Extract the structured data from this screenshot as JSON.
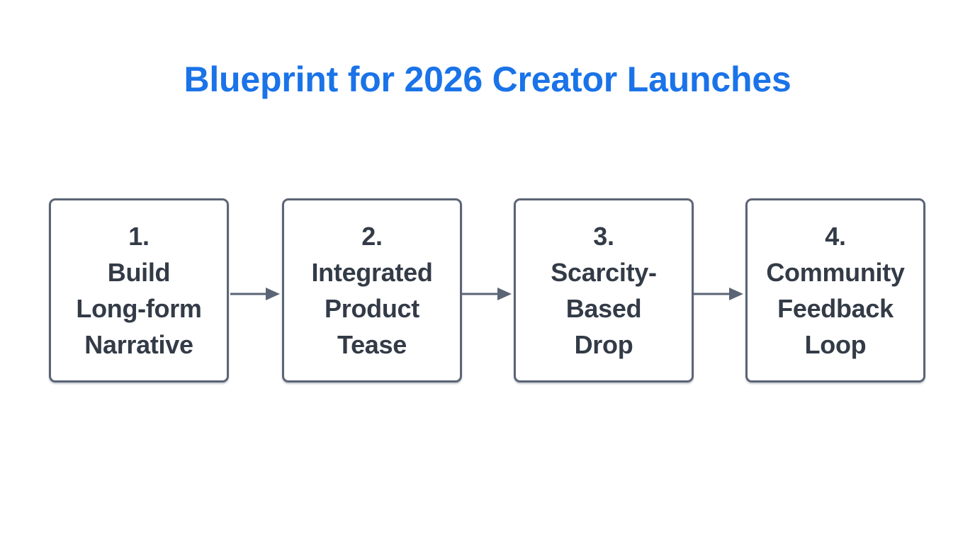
{
  "page": {
    "title": "Blueprint for 2026 Creator Launches",
    "background_color": "#ffffff",
    "title_color": "#1a73e8"
  },
  "diagram": {
    "type": "horizontal-flow",
    "box_border_color": "#5b6576",
    "box_fill_color": "#ffffff",
    "box_text_color": "#333b47",
    "arrow_color": "#5b6576",
    "steps": [
      {
        "number": "1.",
        "name": "Build Long-form Narrative",
        "label": "1.\nBuild\nLong-form\nNarrative"
      },
      {
        "number": "2.",
        "name": "Integrated Product Tease",
        "label": "2.\nIntegrated\nProduct\nTease"
      },
      {
        "number": "3.",
        "name": "Scarcity-Based Drop",
        "label": "3.\nScarcity-\nBased\nDrop"
      },
      {
        "number": "4.",
        "name": "Community Feedback Loop",
        "label": "4.\nCommunity\nFeedback\nLoop"
      }
    ],
    "connectors": [
      {
        "from": "1",
        "to": "2",
        "icon": "arrow-right-icon"
      },
      {
        "from": "2",
        "to": "3",
        "icon": "arrow-right-icon"
      },
      {
        "from": "3",
        "to": "4",
        "icon": "arrow-right-icon"
      }
    ]
  }
}
